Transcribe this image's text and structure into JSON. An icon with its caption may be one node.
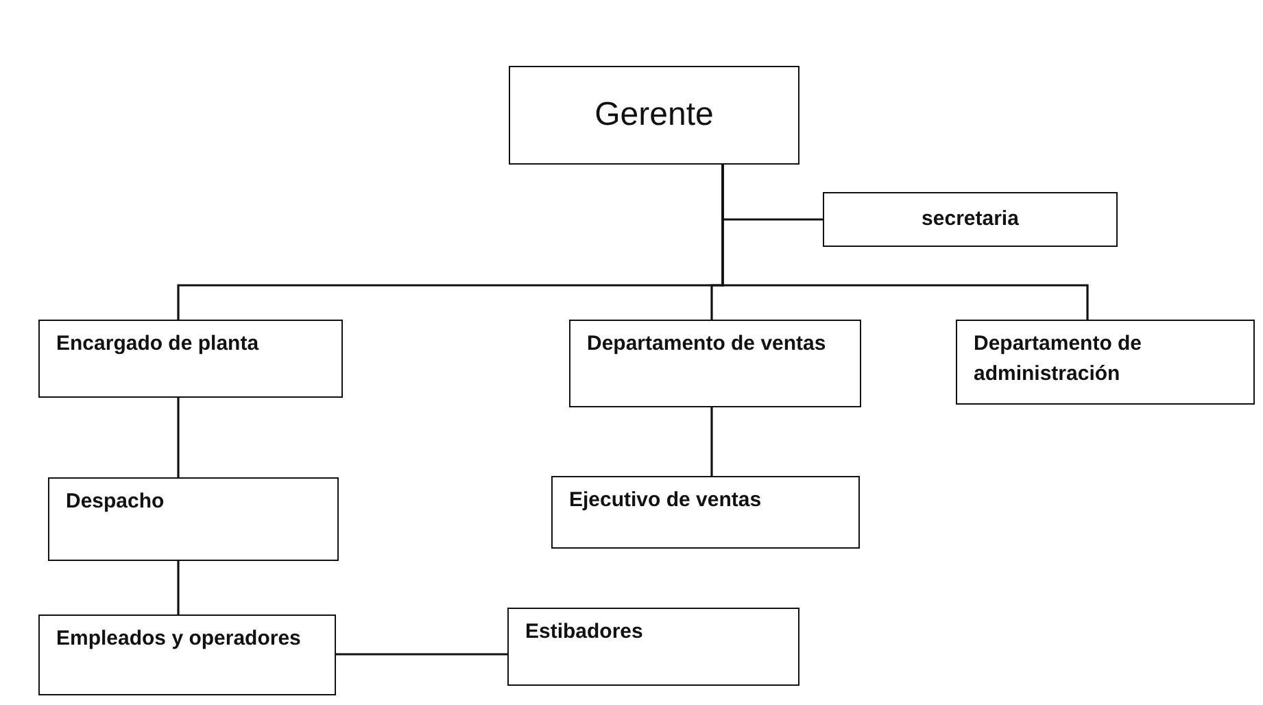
{
  "diagram": {
    "nodes": [
      {
        "text": [
          "Gerente"
        ]
      },
      {
        "text": [
          "secretaria"
        ]
      },
      {
        "text": [
          "Encargado de planta"
        ]
      },
      {
        "text": [
          "Departamento de ventas"
        ]
      },
      {
        "text": [
          "Departamento de administración"
        ]
      },
      {
        "text": [
          "Despacho"
        ]
      },
      {
        "text": [
          "Ejecutivo de ventas"
        ]
      },
      {
        "text": [
          "Empleados y operadores"
        ]
      },
      {
        "text": [
          "Estibadores"
        ]
      }
    ],
    "edges": [
      {
        "from": 0,
        "to": 1,
        "arrow": "none"
      },
      {
        "from": 0,
        "to": 2,
        "arrow": "none"
      },
      {
        "from": 0,
        "to": 3,
        "arrow": "none"
      },
      {
        "from": 0,
        "to": 4,
        "arrow": "none"
      },
      {
        "from": 2,
        "to": 5,
        "arrow": "none"
      },
      {
        "from": 3,
        "to": 6,
        "arrow": "none"
      },
      {
        "from": 5,
        "to": 7,
        "arrow": "none"
      },
      {
        "from": 7,
        "to": 8,
        "arrow": "none"
      }
    ]
  }
}
